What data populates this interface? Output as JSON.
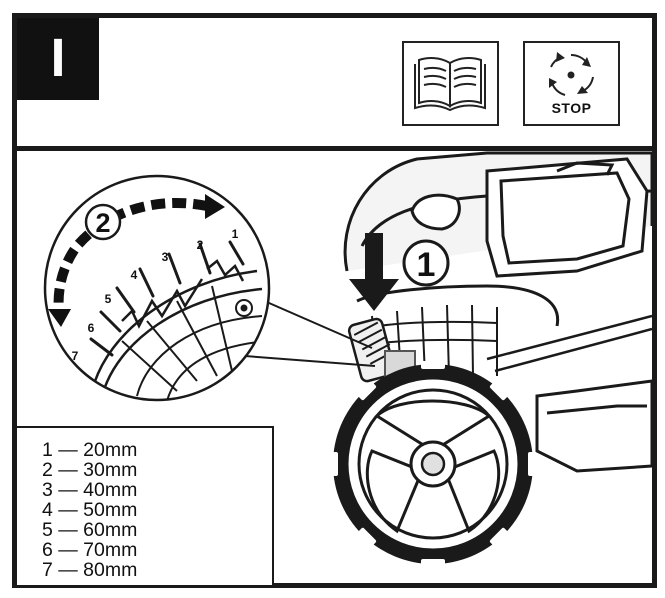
{
  "header": {
    "step_label": "I",
    "manual_icon": "open-book-icon",
    "stop_icon": "rotating-blade-stop-icon",
    "stop_label": "STOP"
  },
  "diagram": {
    "callout_1": "1",
    "callout_2": "2",
    "gauge_levels": [
      "1",
      "2",
      "3",
      "4",
      "5",
      "6",
      "7"
    ]
  },
  "legend": {
    "items": [
      "1 — 20mm",
      "2 — 30mm",
      "3 — 40mm",
      "4 — 50mm",
      "5 — 60mm",
      "6 — 70mm",
      "7 — 80mm"
    ]
  }
}
